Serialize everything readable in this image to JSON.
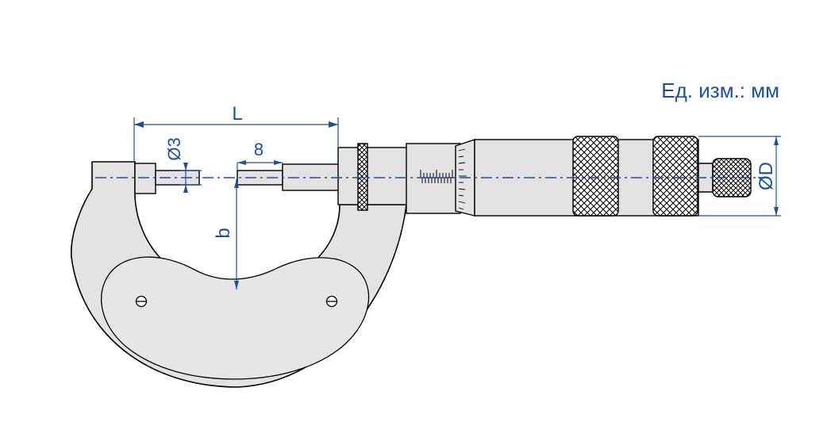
{
  "units_label": "Ед. изм.: мм",
  "dimensions": {
    "length": "L",
    "anvil_diameter": "Ø3",
    "spindle_length": "8",
    "depth": "b",
    "thimble_diameter": "ØD"
  },
  "colors": {
    "dimension_blue": "#1f4f9c",
    "body_fill": "#e3e3e3",
    "outline": "#000000"
  }
}
